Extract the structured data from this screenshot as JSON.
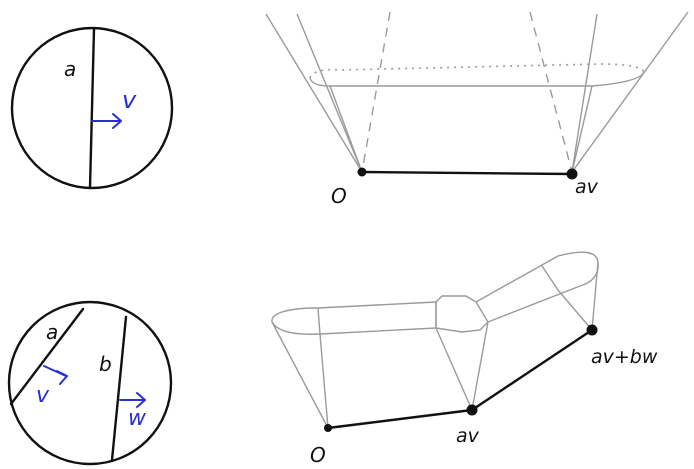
{
  "figure1": {
    "circle_label_chord": "a",
    "circle_label_vector": "v",
    "tube_label_origin": "O",
    "tube_label_end": "av"
  },
  "figure2": {
    "circle_label_chord_a": "a",
    "circle_label_chord_b": "b",
    "circle_label_vector_v": "v",
    "circle_label_vector_w": "w",
    "path_label_origin": "O",
    "path_label_mid": "av",
    "path_label_end": "av+bw"
  },
  "colors": {
    "ink": "#111111",
    "blue_ink": "#2a2fd0",
    "construction_gray": "#9a9a9a"
  }
}
